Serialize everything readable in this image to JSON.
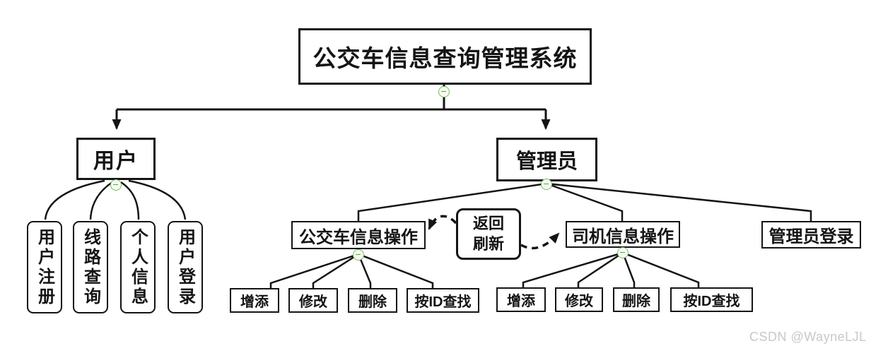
{
  "diagram": {
    "root": {
      "label": "公交车信息查询管理系统"
    },
    "user": {
      "label": "用户",
      "children": [
        {
          "label": "用户注册"
        },
        {
          "label": "线路查询"
        },
        {
          "label": "个人信息"
        },
        {
          "label": "用户登录"
        }
      ]
    },
    "admin": {
      "label": "管理员",
      "bus_ops": {
        "label": "公交车信息操作",
        "children": [
          {
            "label": "增添"
          },
          {
            "label": "修改"
          },
          {
            "label": "删除"
          },
          {
            "label": "按ID查找"
          }
        ]
      },
      "driver_ops": {
        "label": "司机信息操作",
        "children": [
          {
            "label": "增添"
          },
          {
            "label": "修改"
          },
          {
            "label": "删除"
          },
          {
            "label": "按ID查找"
          }
        ]
      },
      "admin_login": {
        "label": "管理员登录"
      }
    },
    "refresh_note": {
      "line1": "返回",
      "line2": "刷新"
    }
  },
  "colors": {
    "line": "#141414",
    "toggle_green": "#7cb96a",
    "watermark_gray": "#c8c8c8"
  },
  "watermark": {
    "text": "CSDN @WayneLJL"
  }
}
